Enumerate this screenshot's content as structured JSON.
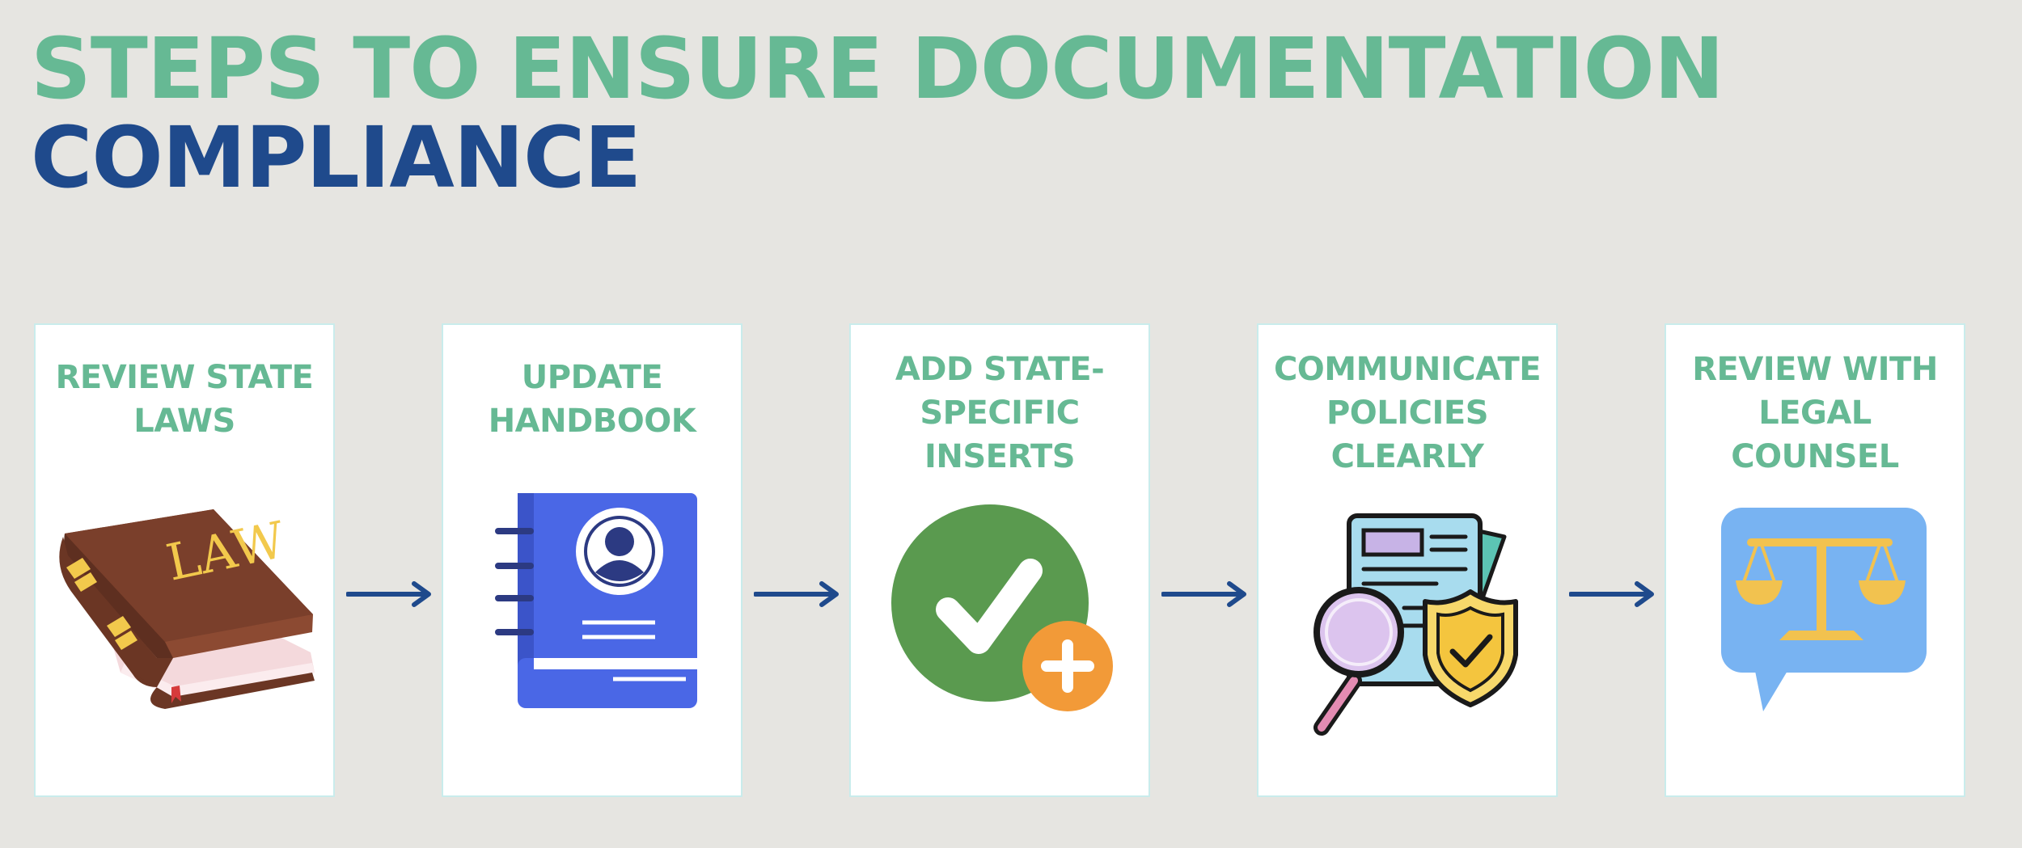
{
  "title": {
    "line1": "STEPS TO ENSURE DOCUMENTATION",
    "line2": "COMPLIANCE"
  },
  "colors": {
    "background": "#e6e5e1",
    "title_green": "#66b994",
    "title_blue": "#1f4a8c",
    "arrow": "#1f4a8c"
  },
  "steps": [
    {
      "label": "REVIEW STATE LAWS",
      "icon": "law-book-icon",
      "icon_text": "LAW"
    },
    {
      "label": "UPDATE HANDBOOK",
      "icon": "handbook-profile-icon"
    },
    {
      "label": "ADD STATE-SPECIFIC INSERTS",
      "icon": "check-plus-icon"
    },
    {
      "label": "COMMUNICATE POLICIES CLEARLY",
      "icon": "document-magnifier-shield-icon"
    },
    {
      "label": "REVIEW WITH LEGAL COUNSEL",
      "icon": "scales-speech-bubble-icon"
    }
  ]
}
